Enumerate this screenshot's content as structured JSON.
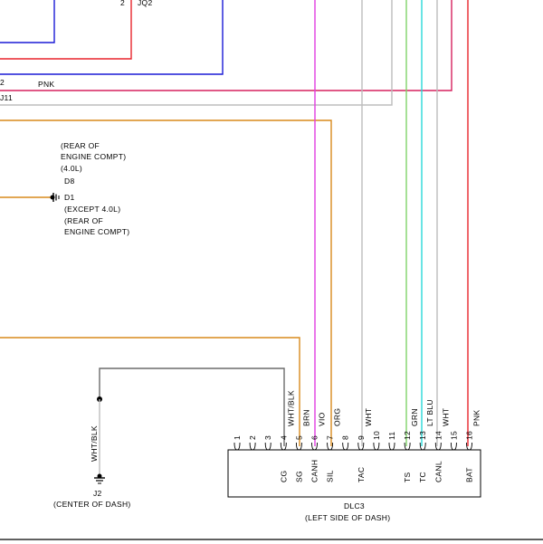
{
  "top": {
    "jq2_pin": "2",
    "jq2_label": "JQ2",
    "pnk_pin": "2",
    "pnk_label": "PNK",
    "j11_label": "J11"
  },
  "ground_d1": {
    "line1": "(REAR OF",
    "line2": "ENGINE COMPT)",
    "line3": "(4.0L)",
    "d8": "D8",
    "d1": "D1",
    "line4": "(EXCEPT 4.0L)",
    "line5": "(REAR OF",
    "line6": "ENGINE COMPT)"
  },
  "ground_j2": {
    "wire": "WHT/BLK",
    "id": "J2",
    "location": "(CENTER OF DASH)"
  },
  "connector": {
    "name": "DLC3",
    "location": "(LEFT SIDE OF DASH)",
    "pins": [
      {
        "num": "1",
        "wire": "",
        "signal": ""
      },
      {
        "num": "2",
        "wire": "",
        "signal": ""
      },
      {
        "num": "3",
        "wire": "",
        "signal": ""
      },
      {
        "num": "4",
        "wire": "WHT/BLK",
        "signal": "CG"
      },
      {
        "num": "5",
        "wire": "BRN",
        "signal": "SG"
      },
      {
        "num": "6",
        "wire": "VIO",
        "signal": "CANH"
      },
      {
        "num": "7",
        "wire": "ORG",
        "signal": "SIL"
      },
      {
        "num": "8",
        "wire": "",
        "signal": ""
      },
      {
        "num": "9",
        "wire": "WHT",
        "signal": "TAC"
      },
      {
        "num": "10",
        "wire": "",
        "signal": ""
      },
      {
        "num": "11",
        "wire": "",
        "signal": ""
      },
      {
        "num": "12",
        "wire": "GRN",
        "signal": "TS"
      },
      {
        "num": "13",
        "wire": "LT BLU",
        "signal": "TC"
      },
      {
        "num": "14",
        "wire": "WHT",
        "signal": "CANL"
      },
      {
        "num": "15",
        "wire": "",
        "signal": ""
      },
      {
        "num": "16",
        "wire": "PNK",
        "signal": "BAT"
      }
    ]
  },
  "colors": {
    "blue": "#1a1ad6",
    "red": "#e8242c",
    "pink": "#d6215e",
    "gray": "#bdbdbd",
    "orange": "#d98a1c",
    "violet": "#e23de0",
    "green": "#7fd36a",
    "cyan": "#28d8d8",
    "dark_gray": "#6b6b6b"
  }
}
